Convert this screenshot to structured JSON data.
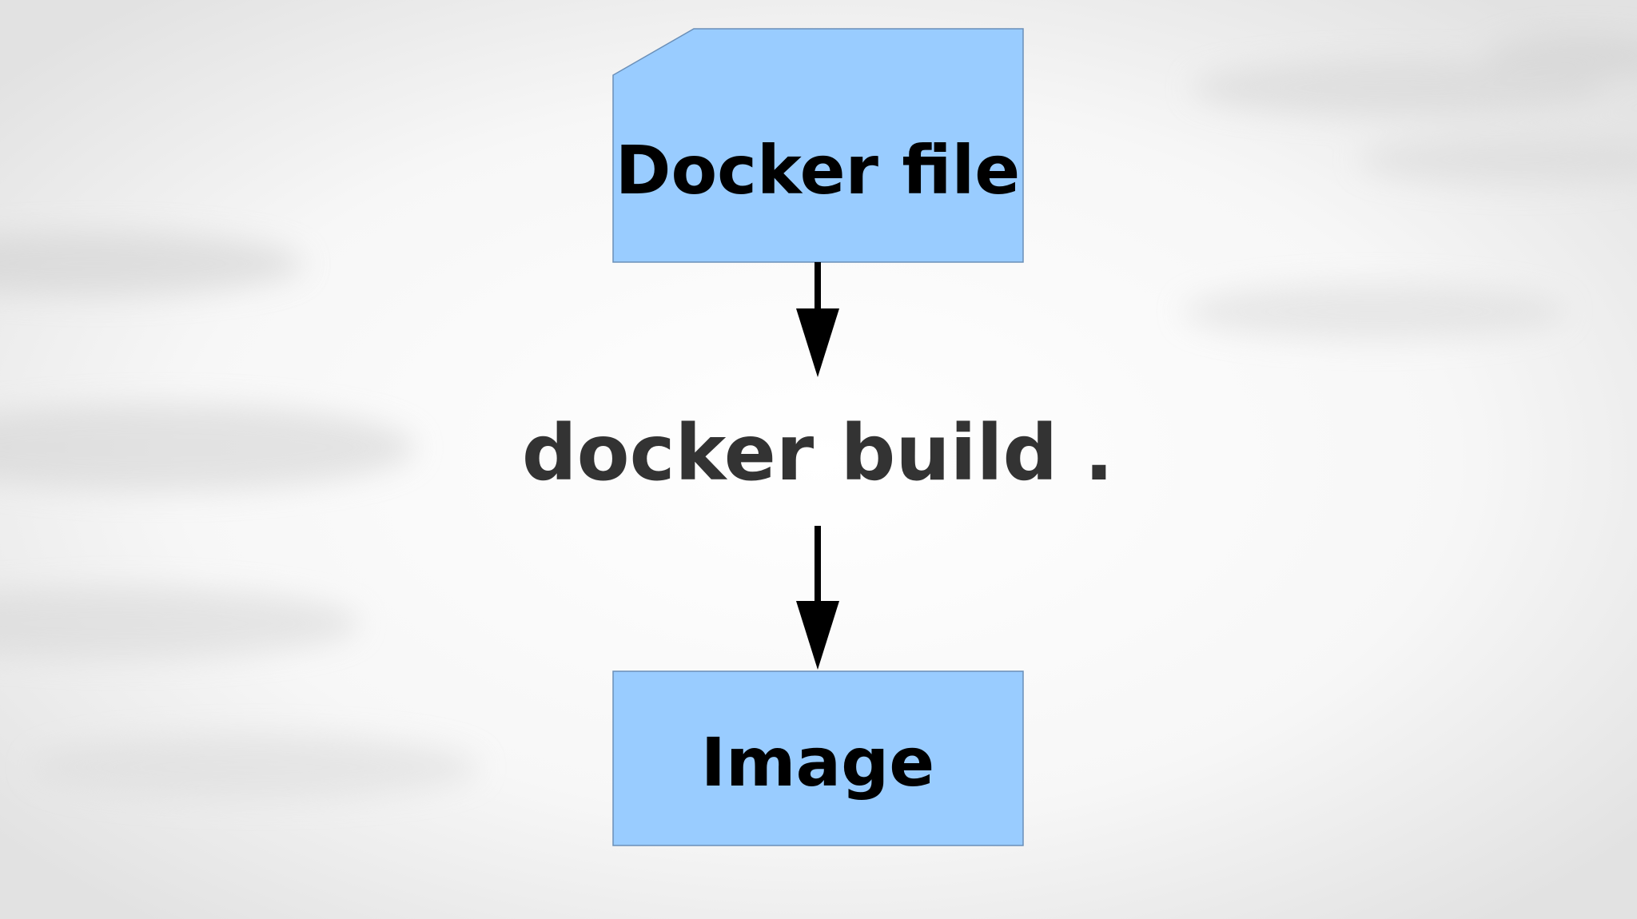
{
  "slide": {
    "background_color": "#f4f4f4",
    "box_fill": "#99ccff",
    "box_stroke": "#6a8fb8",
    "arrow_color": "#000000",
    "text_color": "#000000",
    "command_color": "#333333"
  },
  "diagram": {
    "source_node": {
      "label": "Docker file",
      "shape": "snipped-corner-rectangle"
    },
    "command": {
      "label": "docker build ."
    },
    "target_node": {
      "label": "Image",
      "shape": "rectangle"
    },
    "edges": [
      {
        "from": "source_node",
        "to": "command"
      },
      {
        "from": "command",
        "to": "target_node"
      }
    ]
  }
}
